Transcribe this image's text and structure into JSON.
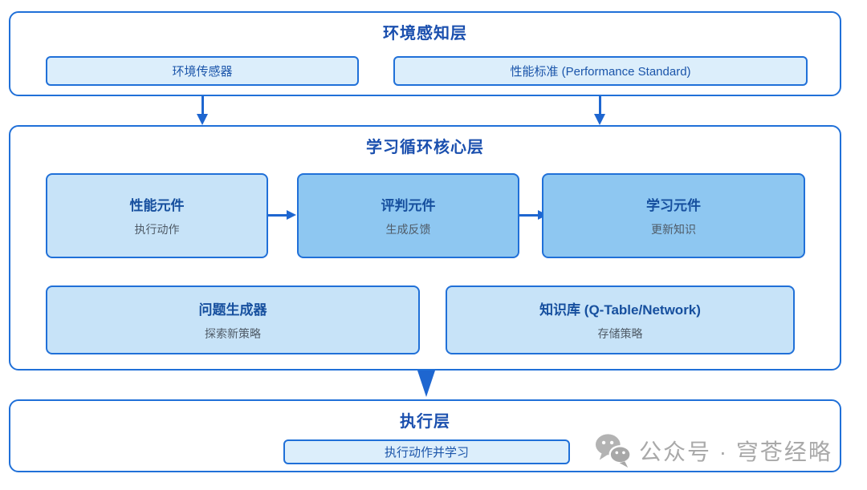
{
  "colors": {
    "border_blue": "#2070d8",
    "layer_title_blue": "#1a4fae",
    "node_title_blue": "#164f9e",
    "node_subtitle_gray": "#4f5b67",
    "node_fill_light": "#c7e3f8",
    "node_fill_medium": "#8ec7f1",
    "node_fill_pale": "#dceefb",
    "arrow_blue": "#1e66d0",
    "watermark_gray": "#a9a9a9"
  },
  "layers": {
    "perception": {
      "title": "环境感知层",
      "boxes": [
        {
          "label": "环境传感器"
        },
        {
          "label": "性能标准 (Performance Standard)"
        }
      ]
    },
    "core": {
      "title": "学习循环核心层",
      "row1": [
        {
          "title": "性能元件",
          "subtitle": "执行动作"
        },
        {
          "title": "评判元件",
          "subtitle": "生成反馈"
        },
        {
          "title": "学习元件",
          "subtitle": "更新知识"
        }
      ],
      "row2": [
        {
          "title": "问题生成器",
          "subtitle": "探索新策略"
        },
        {
          "title": "知识库 (Q-Table/Network)",
          "subtitle": "存储策略"
        }
      ]
    },
    "execution": {
      "title": "执行层",
      "box_label": "执行动作并学习"
    }
  },
  "watermark": {
    "icon": "wechat-icon",
    "text": "公众号 · 穹苍经略"
  }
}
